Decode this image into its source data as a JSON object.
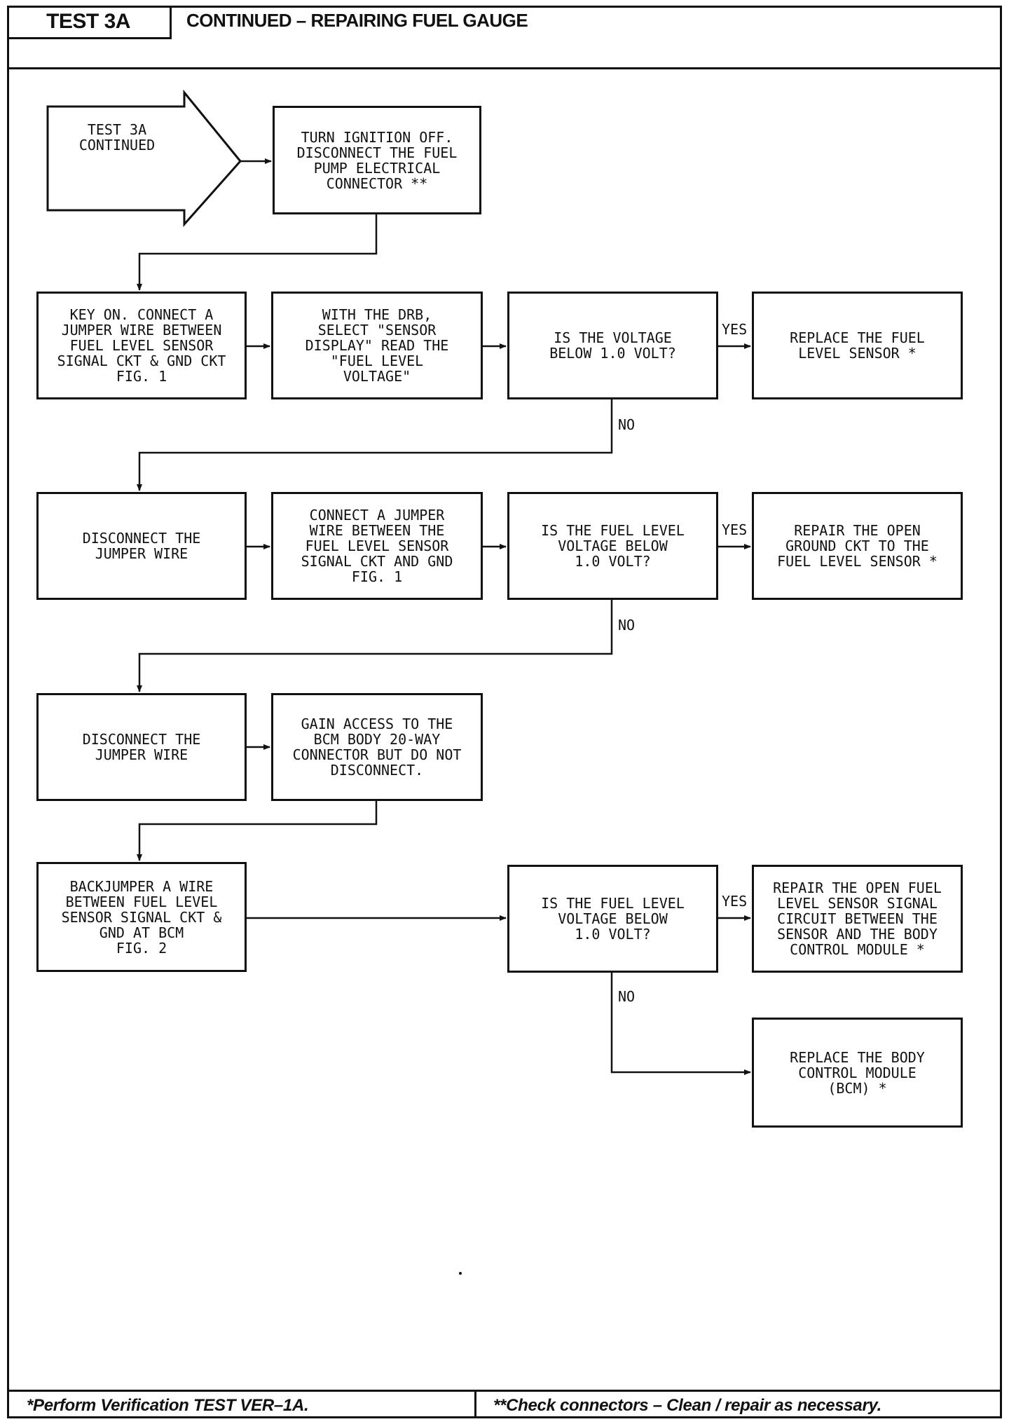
{
  "header": {
    "test_id": "TEST 3A",
    "title": "CONTINUED – REPAIRING FUEL GAUGE"
  },
  "flow": {
    "start": "TEST 3A\nCONTINUED",
    "step1": "TURN IGNITION OFF.\nDISCONNECT THE FUEL\nPUMP ELECTRICAL\nCONNECTOR **",
    "step2": "KEY ON. CONNECT A\nJUMPER WIRE BETWEEN\nFUEL LEVEL SENSOR\nSIGNAL CKT & GND CKT\nFIG. 1",
    "step3": "WITH THE DRB,\nSELECT \"SENSOR\nDISPLAY\" READ THE\n\"FUEL LEVEL\nVOLTAGE\"",
    "q1": "IS THE VOLTAGE\nBELOW 1.0 VOLT?",
    "r1": "REPLACE THE FUEL\nLEVEL SENSOR *",
    "step4": "DISCONNECT THE\nJUMPER WIRE",
    "step5": "CONNECT A JUMPER\nWIRE BETWEEN THE\nFUEL LEVEL SENSOR\nSIGNAL CKT AND GND\nFIG. 1",
    "q2": "IS THE FUEL LEVEL\nVOLTAGE BELOW\n1.0 VOLT?",
    "r2": "REPAIR THE OPEN\nGROUND CKT TO THE\nFUEL LEVEL SENSOR *",
    "step6": "DISCONNECT THE\nJUMPER WIRE",
    "step7": "GAIN ACCESS TO THE\nBCM BODY 20-WAY\nCONNECTOR BUT DO NOT\nDISCONNECT.",
    "step8": "BACKJUMPER A WIRE\nBETWEEN FUEL LEVEL\nSENSOR SIGNAL CKT &\nGND AT BCM\nFIG. 2",
    "q3": "IS THE FUEL LEVEL\nVOLTAGE BELOW\n1.0 VOLT?",
    "r3": "REPAIR THE OPEN FUEL\nLEVEL SENSOR SIGNAL\nCIRCUIT BETWEEN THE\nSENSOR AND THE BODY\nCONTROL MODULE *",
    "r4": "REPLACE THE BODY\nCONTROL MODULE\n(BCM) *"
  },
  "labels": {
    "yes": "YES",
    "no": "NO"
  },
  "footer": {
    "left": "*Perform Verification TEST VER–1A.",
    "right": "**Check connectors – Clean / repair as necessary."
  }
}
